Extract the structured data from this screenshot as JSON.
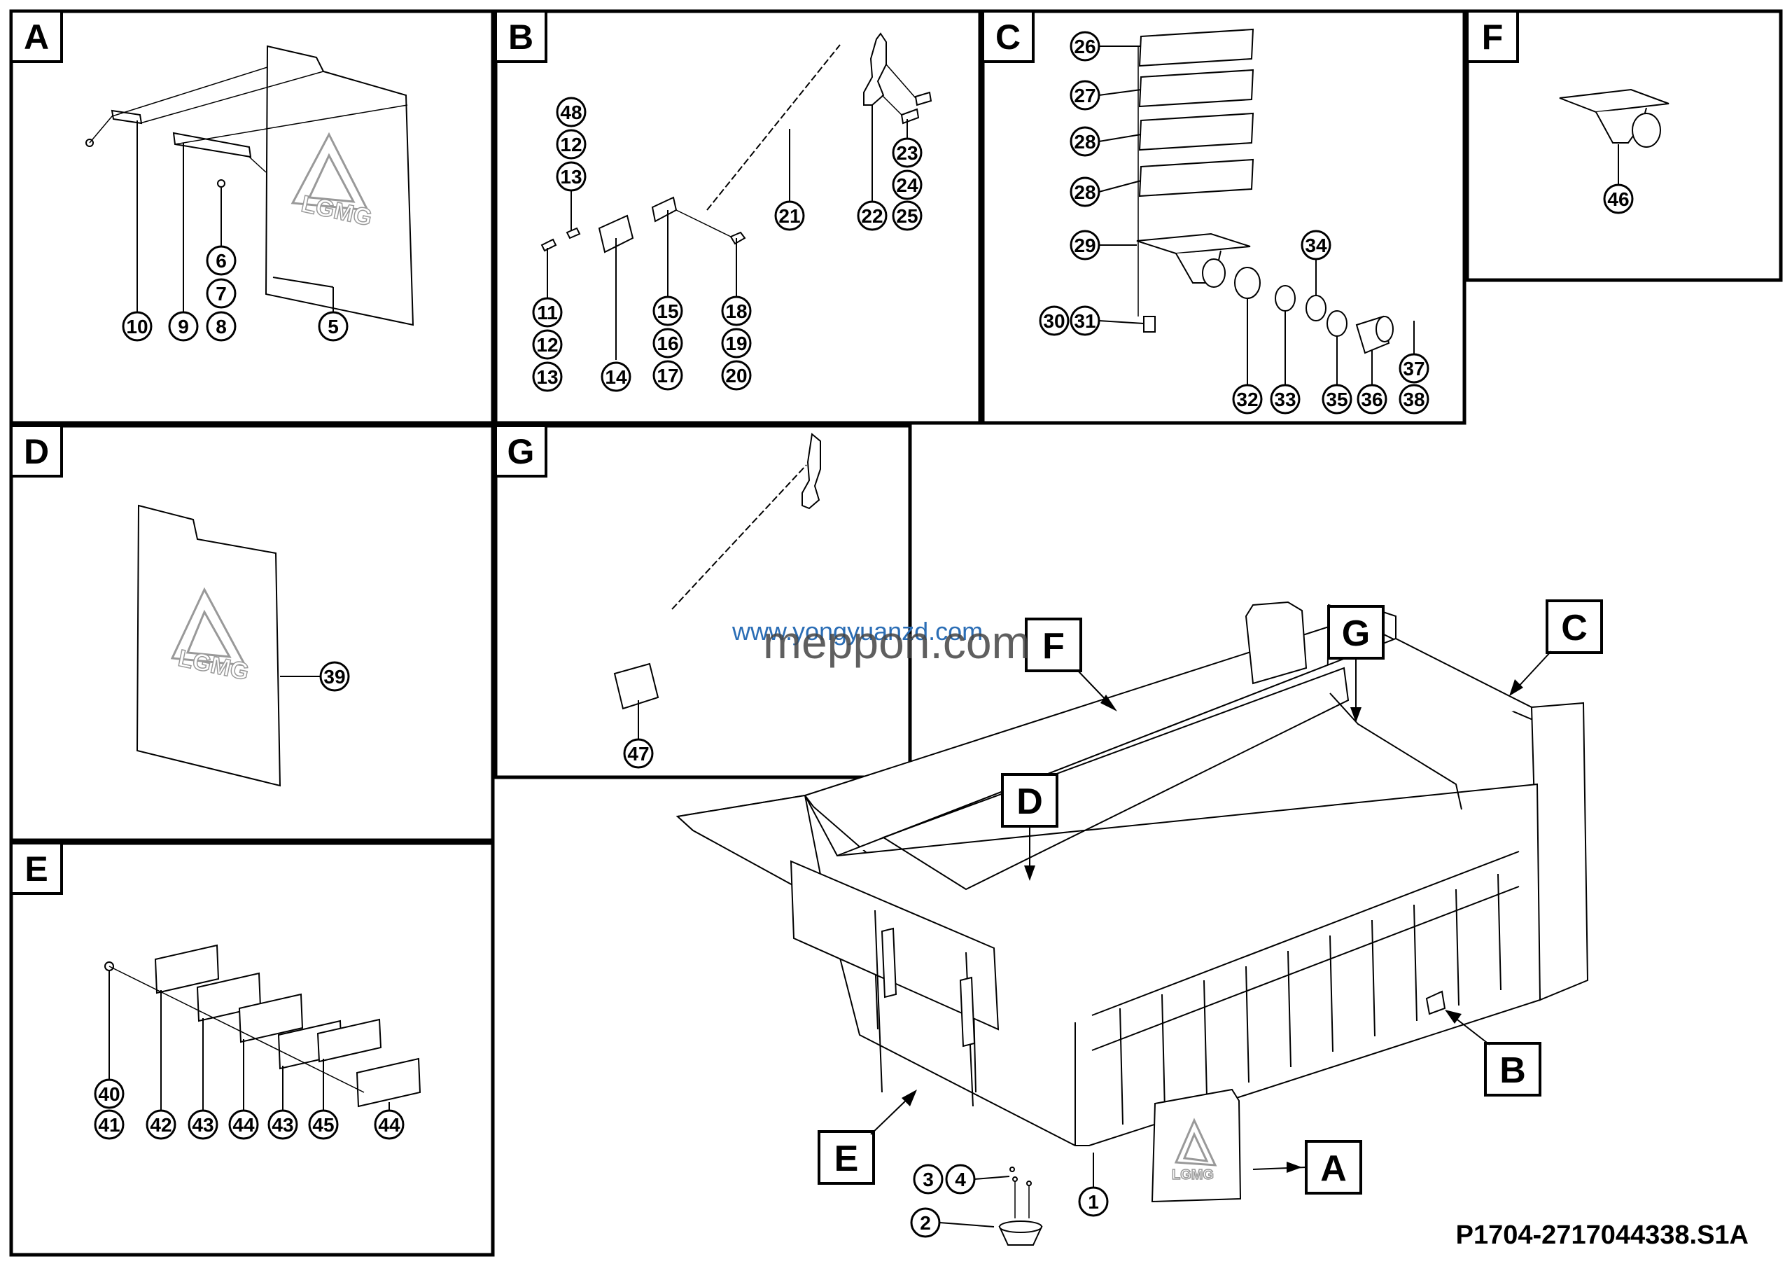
{
  "panels": [
    {
      "id": "A",
      "letter": "A"
    },
    {
      "id": "B",
      "letter": "B"
    },
    {
      "id": "C",
      "letter": "C"
    },
    {
      "id": "F",
      "letter": "F"
    },
    {
      "id": "D",
      "letter": "D"
    },
    {
      "id": "G",
      "letter": "G"
    },
    {
      "id": "E",
      "letter": "E"
    }
  ],
  "callouts": {
    "F": "F",
    "G": "G",
    "C": "C",
    "D": "D",
    "B": "B",
    "E": "E",
    "A": "A"
  },
  "bubbles": {
    "p5": "5",
    "p6": "6",
    "p7": "7",
    "p8": "8",
    "p9": "9",
    "p10": "10",
    "p48": "48",
    "p12a": "12",
    "p13a": "13",
    "p11": "11",
    "p12b": "12",
    "p13b": "13",
    "p14": "14",
    "p15": "15",
    "p16": "16",
    "p17": "17",
    "p18": "18",
    "p19": "19",
    "p20": "20",
    "p21": "21",
    "p22": "22",
    "p23": "23",
    "p24": "24",
    "p25": "25",
    "p26": "26",
    "p27": "27",
    "p28a": "28",
    "p28b": "28",
    "p29": "29",
    "p30": "30",
    "p31": "31",
    "p32": "32",
    "p33": "33",
    "p34": "34",
    "p35": "35",
    "p36": "36",
    "p37": "37",
    "p38": "38",
    "p46": "46",
    "p39": "39",
    "p47": "47",
    "p40": "40",
    "p41": "41",
    "p42": "42",
    "p43a": "43",
    "p44a": "44",
    "p43b": "43",
    "p45": "45",
    "p44b": "44",
    "p1": "1",
    "p2": "2",
    "p3": "3",
    "p4": "4"
  },
  "logo_text": "LGMG",
  "watermark_url": "www.yongyuanzd.com",
  "watermark_brand": "meppon.com",
  "drawing_code": "P1704-2717044338.S1A"
}
